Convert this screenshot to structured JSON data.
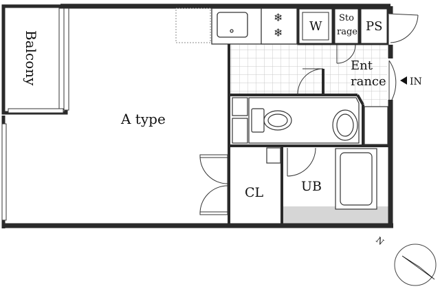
{
  "rooms": {
    "main": "A type",
    "balcony": "Balcony",
    "washer": "W",
    "storage_line1": "Sto",
    "storage_line2": "rage",
    "ps": "PS",
    "entrance_line1": "Ent",
    "entrance_line2": "rance",
    "closet": "CL",
    "unit_bath": "UB"
  },
  "entry": {
    "label": "IN",
    "arrow": "triangle-left-icon"
  },
  "compass": {
    "north_label": "N"
  },
  "colors": {
    "wall": "#2a2a2a",
    "floor_gray": "#d6d6d6",
    "tile_line": "#c9c9c9",
    "outline": "#333333"
  }
}
